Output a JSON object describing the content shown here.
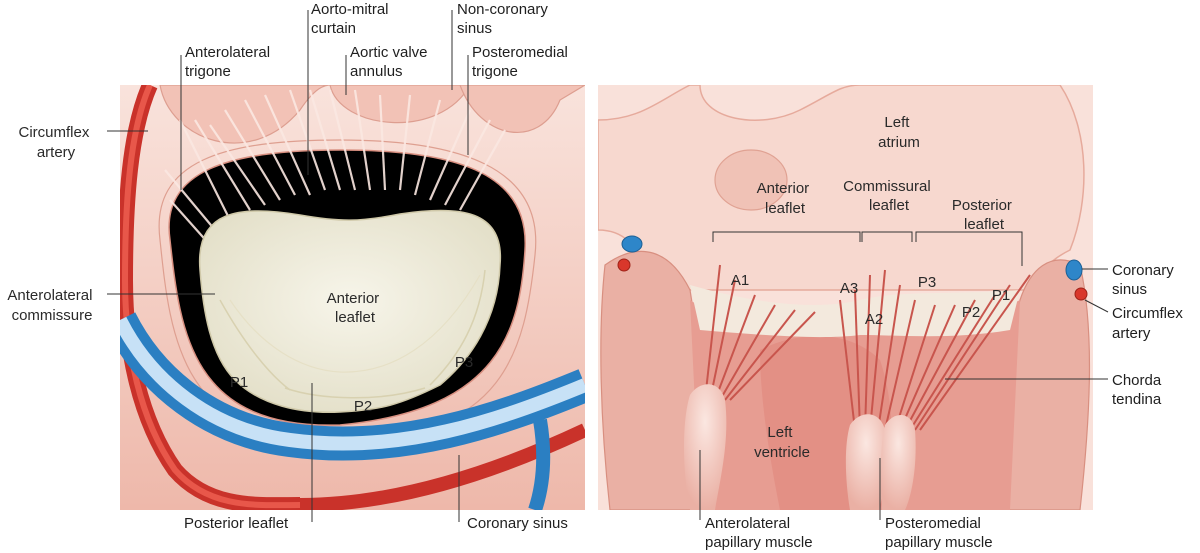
{
  "left_panel": {
    "aorto_mitral_curtain": [
      "Aorto-mitral",
      "curtain"
    ],
    "non_coronary_sinus": [
      "Non-coronary",
      "sinus"
    ],
    "anterolateral_trigone": [
      "Anterolateral",
      "trigone"
    ],
    "aortic_valve_annulus": [
      "Aortic valve",
      "annulus"
    ],
    "posteromedial_trigone": [
      "Posteromedial",
      "trigone"
    ],
    "circumflex_artery": [
      "Circumflex",
      "artery"
    ],
    "anterolateral_commissure": [
      "Anterolateral",
      "commissure"
    ],
    "anterior_leaflet": [
      "Anterior",
      "leaflet"
    ],
    "scallops": {
      "p1": "P1",
      "p2": "P2",
      "p3": "P3"
    },
    "posterior_leaflet": "Posterior leaflet",
    "coronary_sinus": "Coronary sinus"
  },
  "right_panel": {
    "left_atrium": [
      "Left",
      "atrium"
    ],
    "anterior_leaflet": [
      "Anterior",
      "leaflet"
    ],
    "commissural_leaflet": [
      "Commissural",
      "leaflet"
    ],
    "posterior_leaflet": [
      "Posterior",
      "leaflet"
    ],
    "segments": {
      "a1": "A1",
      "a2": "A2",
      "a3": "A3",
      "p3": "P3",
      "p2": "P2",
      "p1": "P1"
    },
    "coronary_sinus": [
      "Coronary",
      "sinus"
    ],
    "circumflex_artery": [
      "Circumflex",
      "artery"
    ],
    "chorda_tendina": [
      "Chorda",
      "tendina"
    ],
    "left_ventricle": [
      "Left",
      "ventricle"
    ],
    "anterolateral_papillary": [
      "Anterolateral",
      "papillary muscle"
    ],
    "posteromedial_papillary": [
      "Posteromedial",
      "papillary muscle"
    ]
  },
  "colors": {
    "tissue_light": "#f6d8cf",
    "tissue_mid": "#eab3a6",
    "muscle": "#d6736b",
    "leaflet": "#f1efe2",
    "artery": "#d9372b",
    "vein": "#2e86c9",
    "vein_light": "#bcdcf4"
  }
}
